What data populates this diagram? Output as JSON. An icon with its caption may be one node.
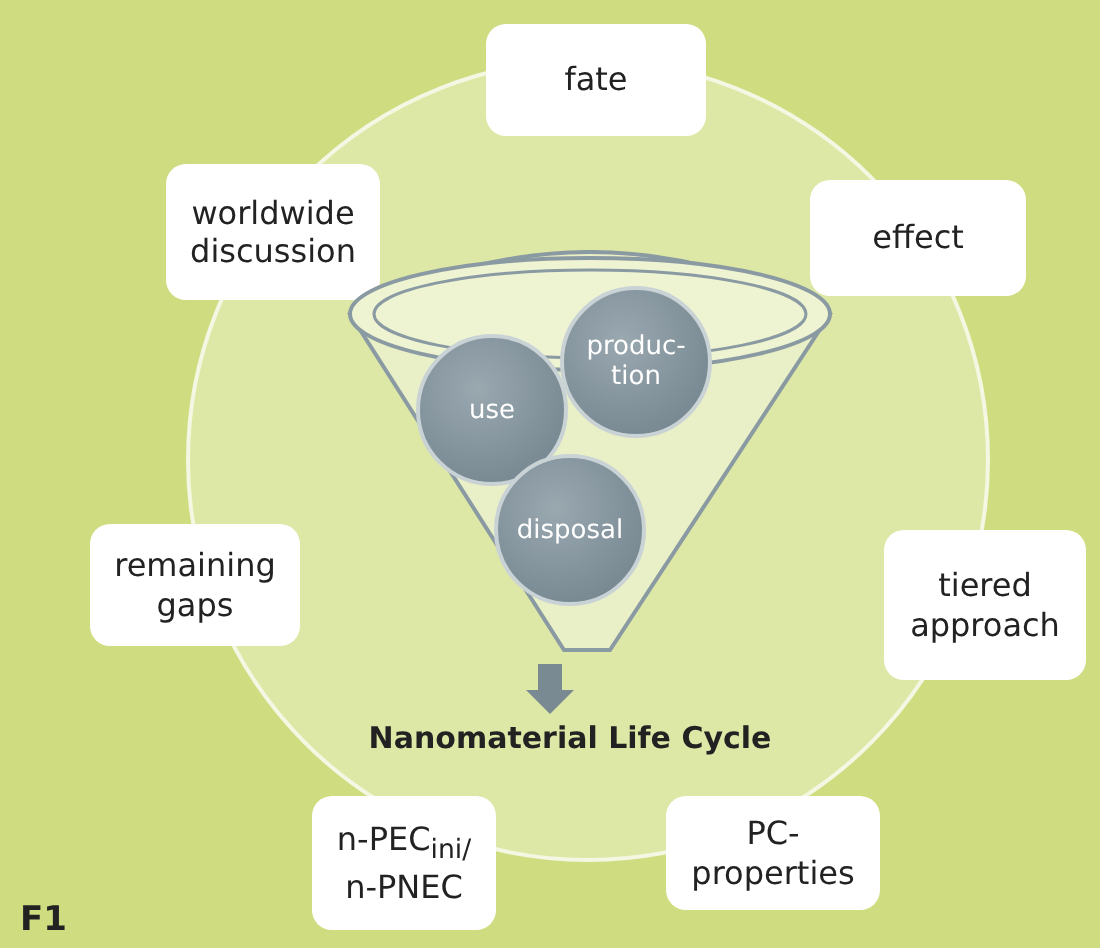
{
  "diagram": {
    "nodes": [
      {
        "text": [
          "fate"
        ]
      },
      {
        "text": [
          "effect"
        ]
      },
      {
        "text": [
          "tiered approach"
        ]
      },
      {
        "text": [
          "PC-properties"
        ]
      },
      {
        "text": [
          "n-PEC$_{ini/}$ n-PNEC"
        ]
      },
      {
        "text": [
          "remaining gaps"
        ]
      },
      {
        "text": [
          "worldwide discussion"
        ]
      },
      {
        "text": [],
        "shape": "funnel"
      },
      {
        "text": [
          "use"
        ],
        "in": 7
      },
      {
        "text": [
          "produc-tion"
        ],
        "in": 7
      },
      {
        "text": [
          "disposal"
        ],
        "in": 7
      },
      {
        "text": [
          "Nanomaterial Life Cycle"
        ]
      }
    ],
    "edges": [
      {
        "from": 7,
        "to": 11,
        "arrow": "to"
      }
    ],
    "labels": [
      "F1"
    ]
  }
}
